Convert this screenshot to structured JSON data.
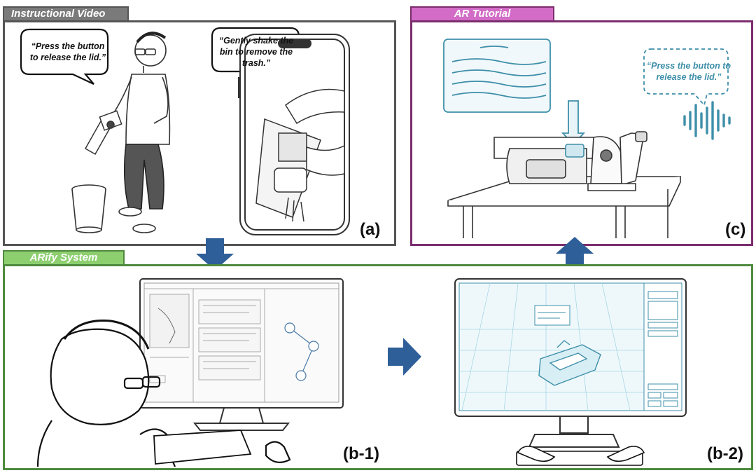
{
  "panels": {
    "video": {
      "title": "Instructional Video",
      "tag": "(a)",
      "border": "#555555",
      "tab_bg": "#7a7a7a"
    },
    "ar": {
      "title": "AR Tutorial",
      "tag": "(c)",
      "border": "#7b2d6e",
      "tab_bg": "#d26cc6"
    },
    "system": {
      "title": "ARify System",
      "b1_tag": "(b-1)",
      "b2_tag": "(b-2)",
      "border": "#4e8a3e",
      "tab_bg": "#8dcf6f"
    }
  },
  "speech": {
    "video_left": "“Press the button to release the lid.”",
    "video_right": "“Gently shake the bin to remove the trash.”",
    "ar": "“Press the button to release the lid.”"
  },
  "arrow_color": "#2e5f98",
  "ar_accent": "#3e8fa9"
}
